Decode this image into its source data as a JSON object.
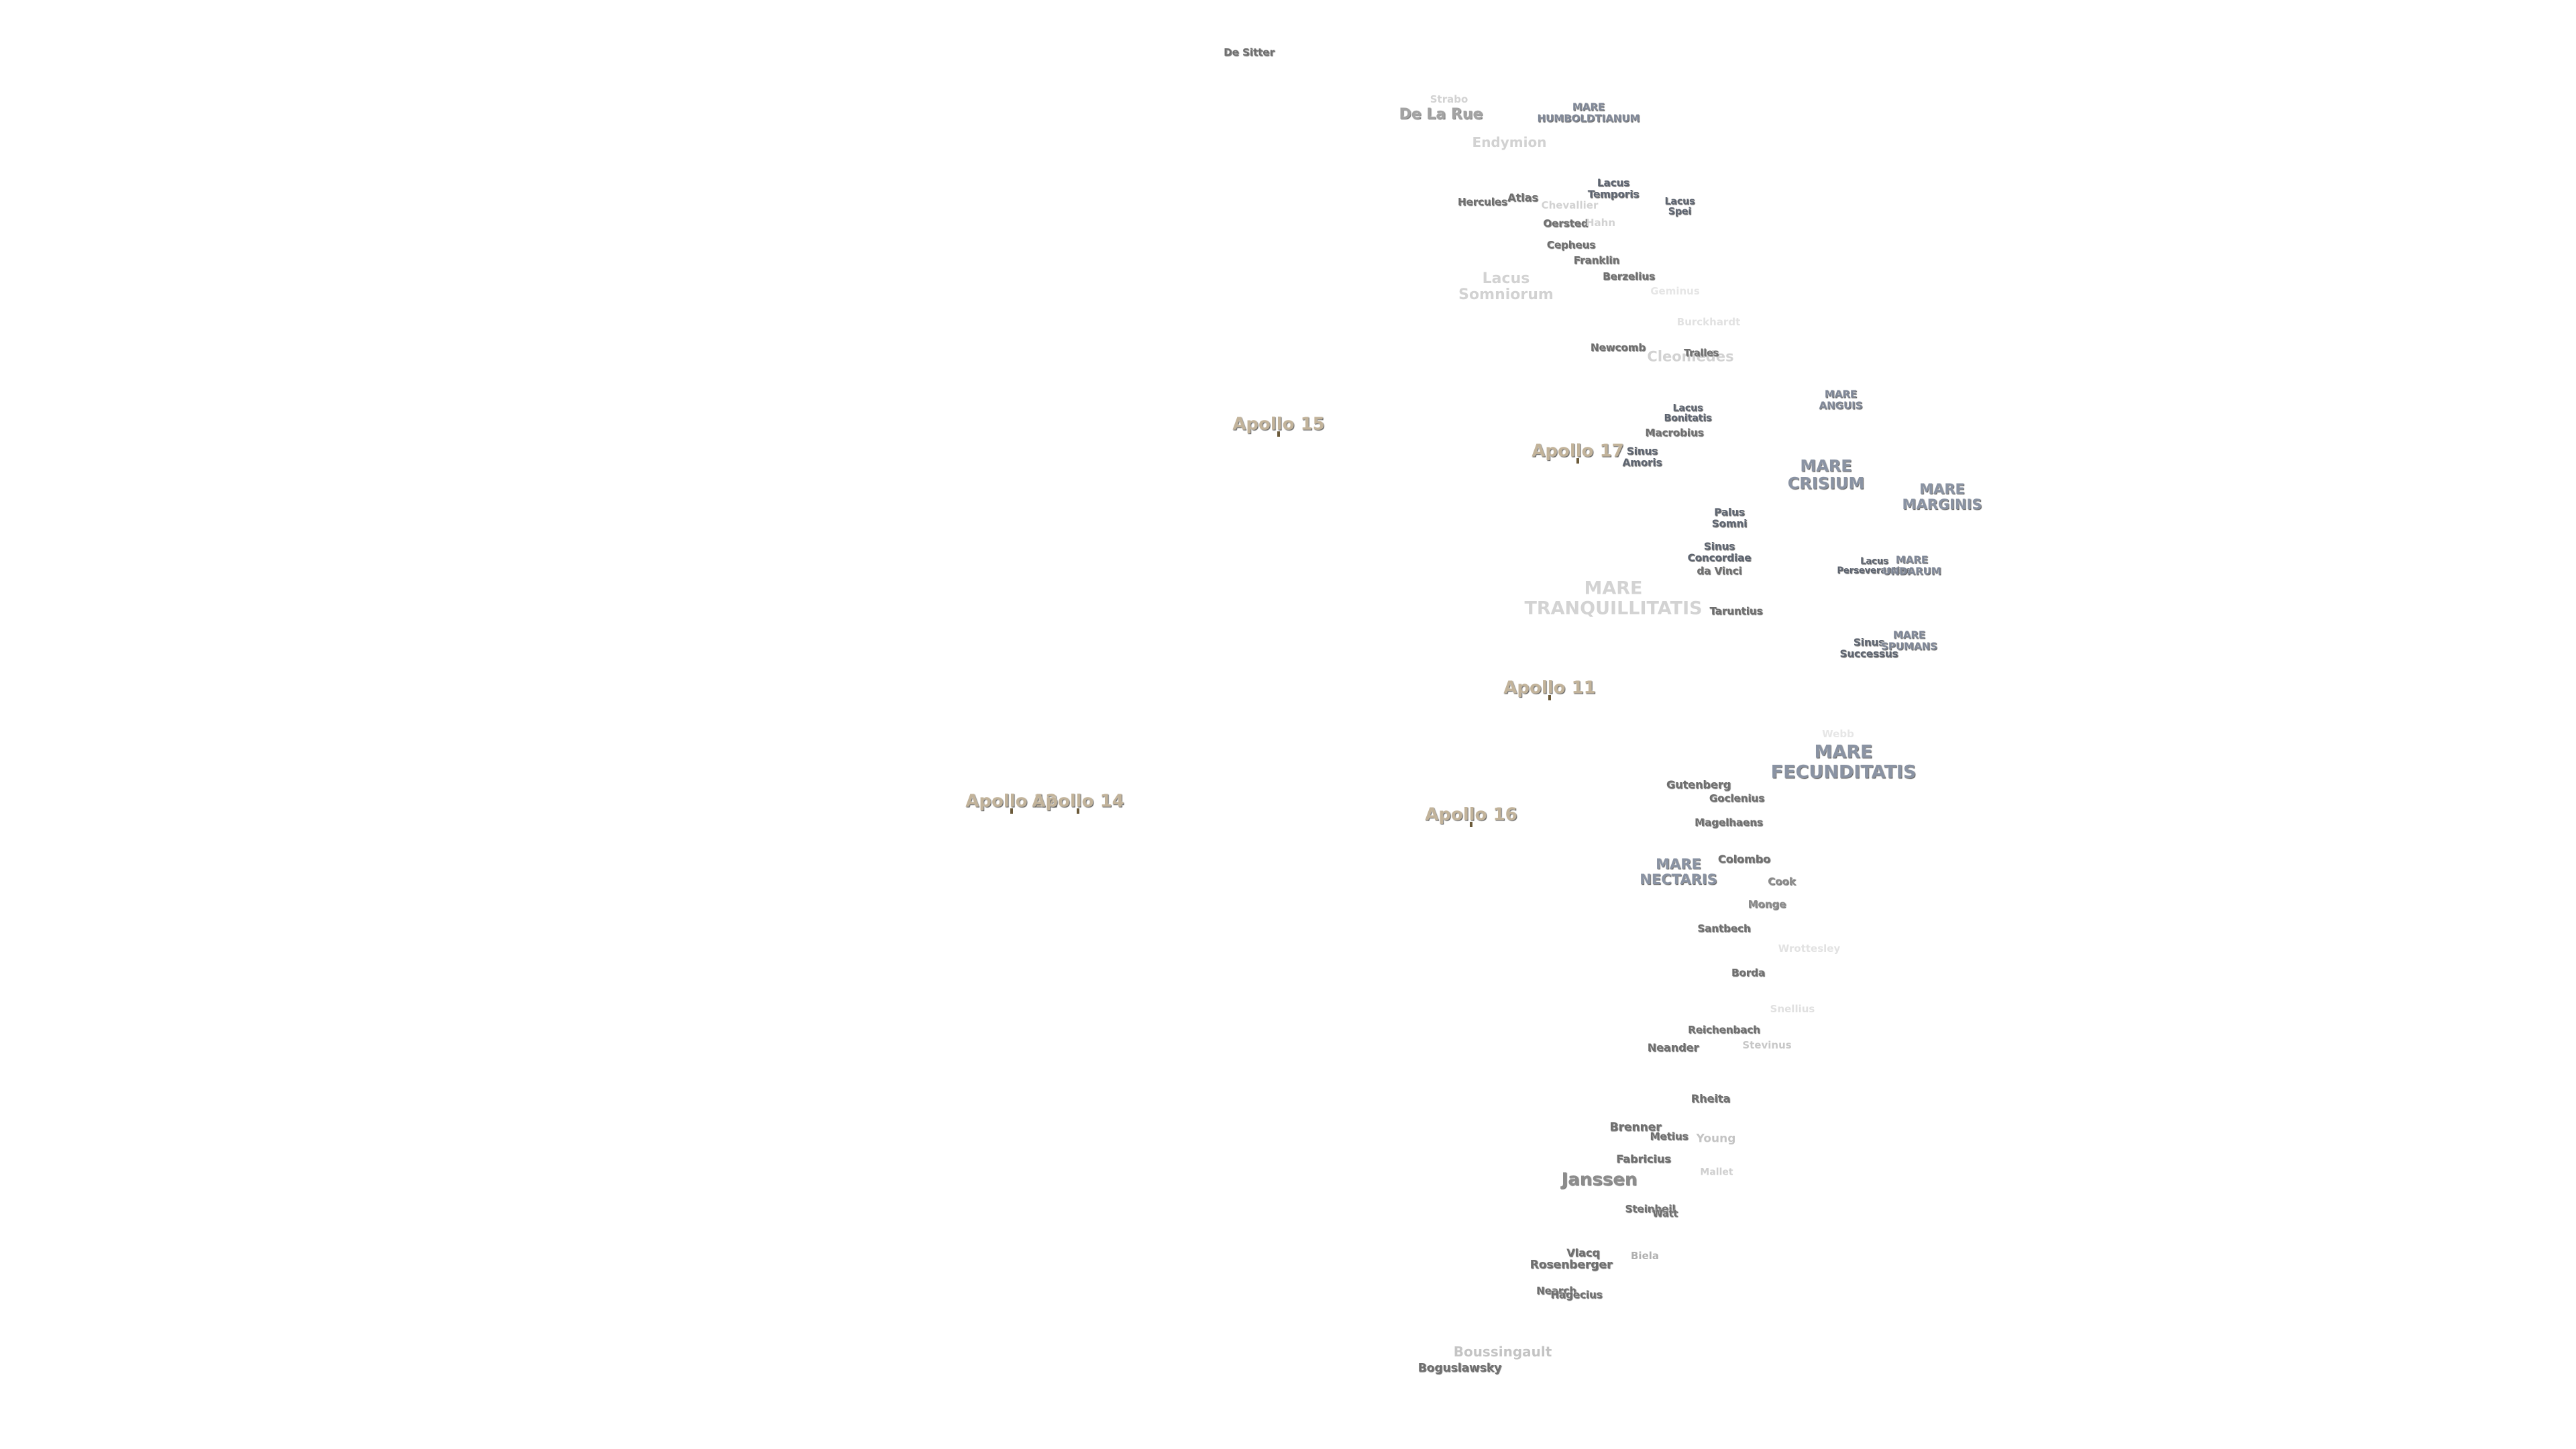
{
  "labels": {
    "de_sitter": "De Sitter",
    "strabo": "Strabo",
    "de_la_rue": "De La Rue",
    "mare_humboldtianum": "MARE\nHUMBOLDTIANUM",
    "endymion": "Endymion",
    "hercules": "Hercules",
    "atlas": "Atlas",
    "chevallier": "Chevallier",
    "lacus_temporis": "Lacus\nTemporis",
    "lacus_spei": "Lacus\nSpei",
    "oersted": "Oersted",
    "berosus_hahn": "Hahn",
    "cepheus": "Cepheus",
    "franklin": "Franklin",
    "berzelius": "Berzelius",
    "lacus_somniorum": "Lacus\nSomniorum",
    "geminus": "Geminus",
    "burckhardt": "Burckhardt",
    "newcomb": "Newcomb",
    "cleomedes": "Cleomedes",
    "tralles": "Tralles",
    "mare_anguis": "MARE\nANGUIS",
    "apollo_15": "Apollo 15",
    "lacus_bonitatis": "Lacus\nBonitatis",
    "macrobius": "Macrobius",
    "apollo_17": "Apollo 17",
    "sinus_amoris": "Sinus\nAmoris",
    "mare_crisium": "MARE\nCRISIUM",
    "mare_marginis": "MARE\nMARGINIS",
    "palus_somni": "Palus\nSomni",
    "sinus_concordiae": "Sinus\nConcordiae",
    "da_vinci": "da Vinci",
    "lacus_perseverantiae": "Lacus\nPerseverantiae",
    "mare_undarum": "MARE\nUNDARUM",
    "mare_tranquillitatis": "MARE\nTRANQUILLITATIS",
    "taruntius": "Taruntius",
    "sinus_successus": "Sinus\nSuccessus",
    "mare_spumans": "MARE\nSPUMANS",
    "apollo_11": "Apollo 11",
    "webb": "Webb",
    "mare_fecunditatis": "MARE\nFECUNDITATIS",
    "apollo_12": "Apollo 12",
    "apollo_14": "Apollo 14",
    "gutenberg": "Gutenberg",
    "goclenius": "Goclenius",
    "apollo_16": "Apollo 16",
    "magelhaens": "Magelhaens",
    "mare_nectaris": "MARE\nNECTARIS",
    "colombo": "Colombo",
    "cook": "Cook",
    "monge": "Monge",
    "santbech": "Santbech",
    "wrottesley": "Wrottesley",
    "borda": "Borda",
    "snellius": "Snellius",
    "reichenbach": "Reichenbach",
    "neander": "Neander",
    "stevinus": "Stevinus",
    "rheita": "Rheita",
    "brenner": "Brenner",
    "metius": "Metius",
    "young": "Young",
    "fabricius": "Fabricius",
    "mallet": "Mallet",
    "janssen": "Janssen",
    "steinheil": "Steinheil",
    "watt": "Watt",
    "vlacq": "Vlacq",
    "rosenberger": "Rosenberger",
    "biela": "Biela",
    "nearch": "Nearch",
    "hagecius": "Hagecius",
    "boussingault": "Boussingault",
    "boguslawsky": "Boguslawsky"
  }
}
